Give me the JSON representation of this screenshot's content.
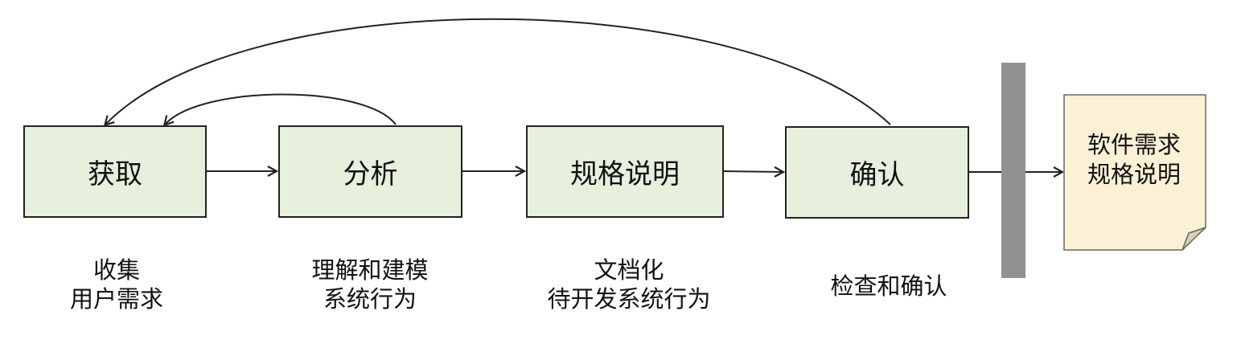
{
  "stages": [
    {
      "label": "获取",
      "caption": [
        "收集",
        "用户需求"
      ]
    },
    {
      "label": "分析",
      "caption": [
        "理解和建模",
        "系统行为"
      ]
    },
    {
      "label": "规格说明",
      "caption": [
        "文档化",
        "待开发系统行为"
      ]
    },
    {
      "label": "确认",
      "caption": [
        "检查和确认"
      ]
    }
  ],
  "output_document": {
    "lines": [
      "软件需求",
      "规格说明"
    ]
  },
  "colors": {
    "stage_fill": "#e6f0dd",
    "document_fill": "#fcf1d4",
    "barrier": "#919191",
    "stroke": "#222222"
  }
}
